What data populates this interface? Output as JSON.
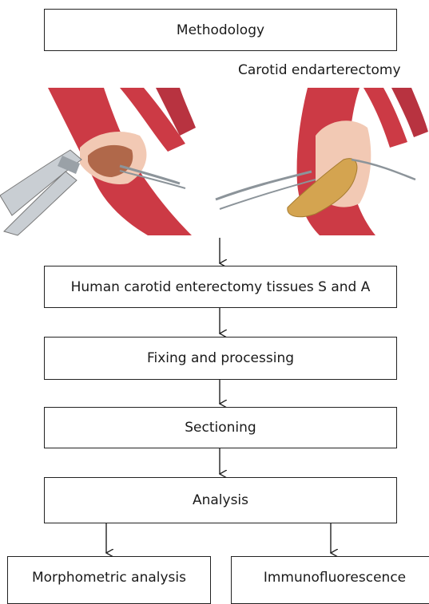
{
  "title": "Methodology",
  "procedure": {
    "caption": "Carotid endarterectomy"
  },
  "steps": [
    "Human carotid enterectomy tissues S and A",
    "Fixing and processing",
    "Sectioning",
    "Analysis"
  ],
  "outputs": [
    "Morphometric analysis",
    "Immunofluorescence"
  ],
  "colors": {
    "artery": "#cc3a45",
    "artery_light": "#e87b80",
    "tissue": "#f2c9b4",
    "plaque": "#d4a450",
    "tool": "#c9ced3"
  }
}
